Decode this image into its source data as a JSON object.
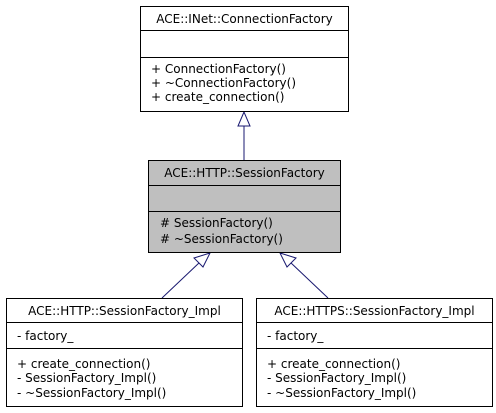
{
  "diagram": {
    "colors": {
      "edge": "#191970",
      "box_border": "#000000",
      "box_fill": "#ffffff",
      "highlight_fill": "#bfbfbf"
    },
    "classes": {
      "connection_factory": {
        "name": "ACE::INet::ConnectionFactory",
        "attributes": [],
        "methods": [
          "+ ConnectionFactory()",
          "+ ~ConnectionFactory()",
          "+ create_connection()"
        ]
      },
      "session_factory": {
        "name": "ACE::HTTP::SessionFactory",
        "attributes": [],
        "methods": [
          "# SessionFactory()",
          "# ~SessionFactory()"
        ]
      },
      "http_impl": {
        "name": "ACE::HTTP::SessionFactory_Impl",
        "attributes": [
          "- factory_"
        ],
        "methods": [
          "+ create_connection()",
          "- SessionFactory_Impl()",
          "- ~SessionFactory_Impl()"
        ]
      },
      "https_impl": {
        "name": "ACE::HTTPS::SessionFactory_Impl",
        "attributes": [
          "- factory_"
        ],
        "methods": [
          "+ create_connection()",
          "- SessionFactory_Impl()",
          "- ~SessionFactory_Impl()"
        ]
      }
    }
  }
}
